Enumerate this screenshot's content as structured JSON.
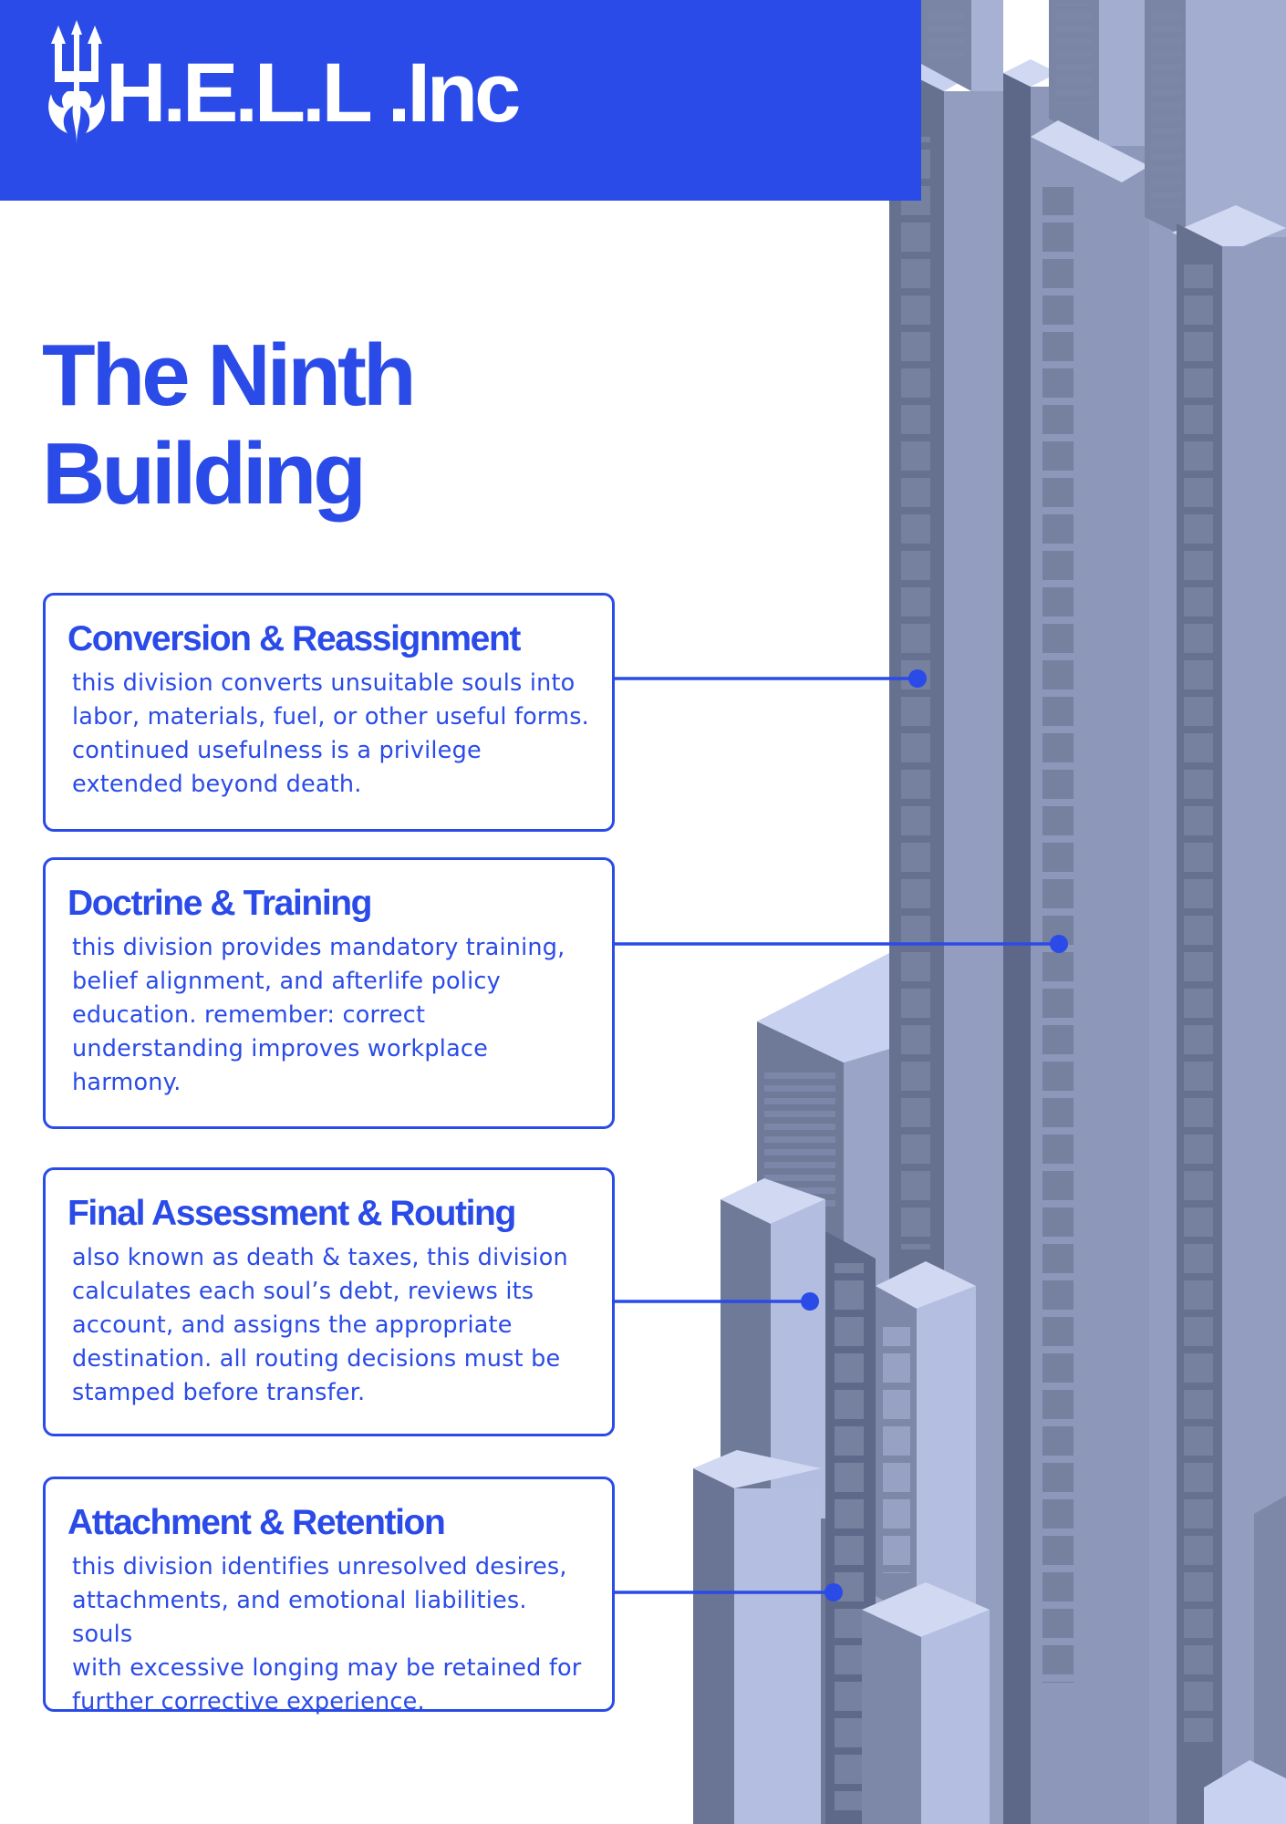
{
  "header": {
    "brand": "H.E.L.L .Inc",
    "logo_icon": "trident-flame-logo"
  },
  "title": {
    "line1": "The Ninth",
    "line2": "Building"
  },
  "divisions": [
    {
      "title": "Conversion & Reassignment",
      "lines": [
        "this division converts unsuitable souls into",
        "labor, materials, fuel, or other useful forms.",
        "continued usefulness is a privilege",
        "extended beyond death."
      ]
    },
    {
      "title": "Doctrine & Training",
      "lines": [
        "this division provides mandatory training,",
        "belief alignment, and afterlife policy",
        "education. remember: correct",
        "understanding improves workplace",
        "harmony."
      ]
    },
    {
      "title": "Final Assessment & Routing",
      "lines": [
        "also known as death & taxes, this division",
        "calculates each soul’s debt, reviews its",
        "account, and assigns the appropriate",
        "destination. all routing decisions must be",
        "stamped before transfer."
      ]
    },
    {
      "title": "Attachment & Retention",
      "lines": [
        "this division identifies unresolved desires,",
        "attachments, and emotional liabilities. souls",
        "with excessive longing may be retained for",
        "further corrective experience."
      ]
    }
  ],
  "colors": {
    "accent": "#2a4be8",
    "background": "#ffffff",
    "tower_dark": "#5f6a8a",
    "tower_mid": "#8f9abd",
    "tower_light": "#b7c1e2",
    "tower_top": "#d0d8f2"
  }
}
